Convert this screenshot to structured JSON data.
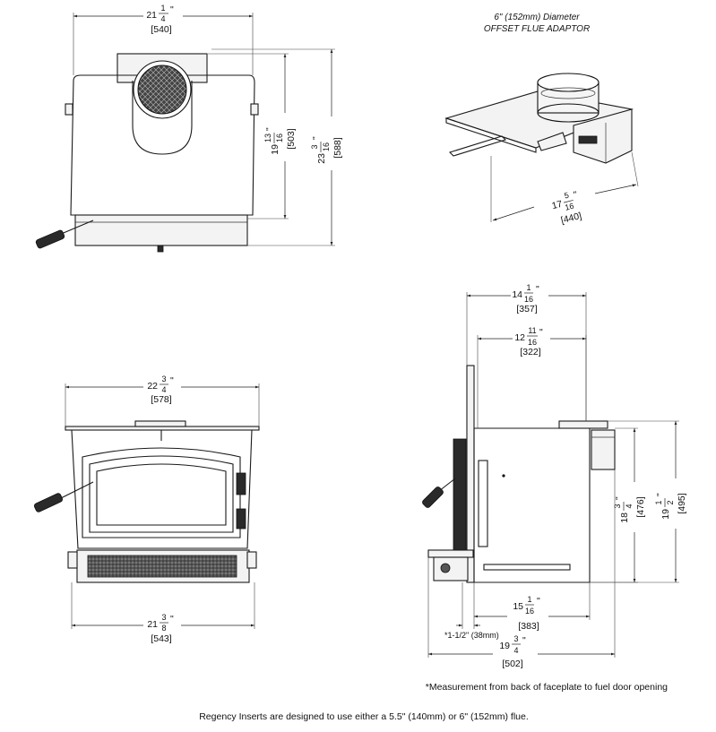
{
  "views": {
    "top": {
      "width": {
        "whole": "21",
        "num": "1",
        "den": "4",
        "unit": "\"",
        "mm": "[540]"
      },
      "depth_inner": {
        "whole": "19",
        "num": "13",
        "den": "16",
        "unit": "\"",
        "mm": "[503]"
      },
      "depth_total": {
        "whole": "23",
        "num": "3",
        "den": "16",
        "unit": "\"",
        "mm": "[588]"
      }
    },
    "adaptor": {
      "title_line1": "6\" (152mm) Diameter",
      "title_line2": "OFFSET FLUE ADAPTOR",
      "length": {
        "whole": "17",
        "num": "5",
        "den": "16",
        "unit": "\"",
        "mm": "[440]"
      }
    },
    "front": {
      "top_width": {
        "whole": "22",
        "num": "3",
        "den": "4",
        "unit": "\"",
        "mm": "[578]"
      },
      "bottom_width": {
        "whole": "21",
        "num": "3",
        "den": "8",
        "unit": "\"",
        "mm": "[543]"
      }
    },
    "side": {
      "overall_depth": {
        "whole": "14",
        "num": "1",
        "den": "16",
        "unit": "\"",
        "mm": "[357]"
      },
      "body_depth": {
        "whole": "12",
        "num": "11",
        "den": "16",
        "unit": "\"",
        "mm": "[322]"
      },
      "height_inner": {
        "whole": "18",
        "num": "3",
        "den": "4",
        "unit": "\"",
        "mm": "[476]"
      },
      "height_total": {
        "whole": "19",
        "num": "1",
        "den": "2",
        "unit": "\"",
        "mm": "[495]"
      },
      "base_depth": {
        "whole": "15",
        "num": "1",
        "den": "16",
        "unit": "\"",
        "mm": "[383]"
      },
      "faceplate_offset": "*1-1/2\" (38mm)",
      "total_depth": {
        "whole": "19",
        "num": "3",
        "den": "4",
        "unit": "\"",
        "mm": "[502]"
      }
    }
  },
  "notes": {
    "asterisk_note": "*Measurement from back of faceplate to fuel door opening",
    "footer": "Regency Inserts are designed to use either a 5.5\" (140mm) or 6\" (152mm) flue."
  }
}
